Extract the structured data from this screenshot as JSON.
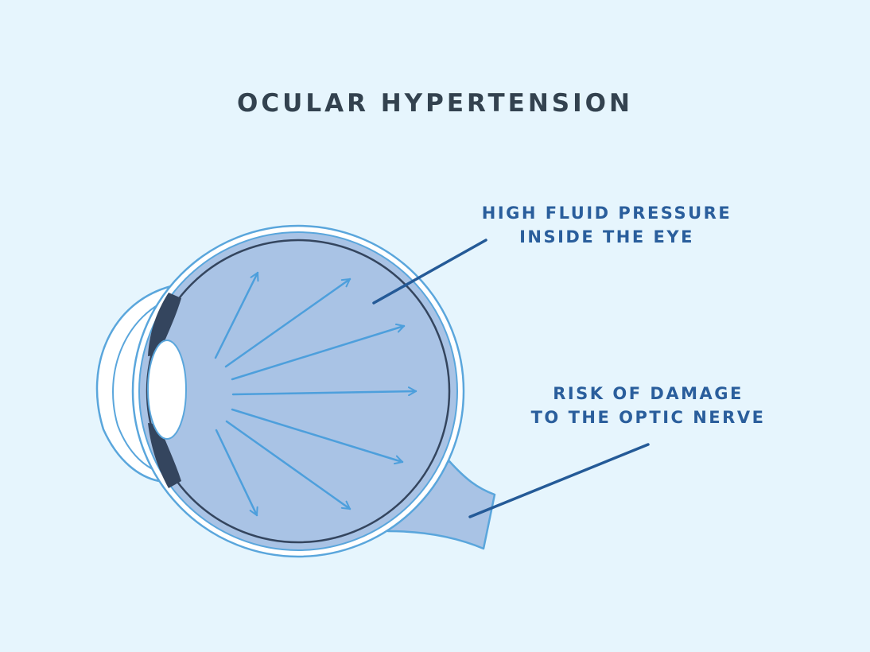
{
  "title": "OCULAR HYPERTENSION",
  "labels": {
    "pressure": {
      "line1": "HIGH FLUID PRESSURE",
      "line2": "INSIDE THE EYE"
    },
    "nerve": {
      "line1": "RISK OF DAMAGE",
      "line2": "TO THE OPTIC NERVE"
    }
  },
  "colors": {
    "background": "#e6f5fd",
    "title": "#33424f",
    "label": "#2a5e9c",
    "eye_fill": "#a9c3e5",
    "outline": "#5aa6dc",
    "dark_outline": "#34455e",
    "arrow": "#4d9fdc",
    "pointer": "#245a97"
  }
}
